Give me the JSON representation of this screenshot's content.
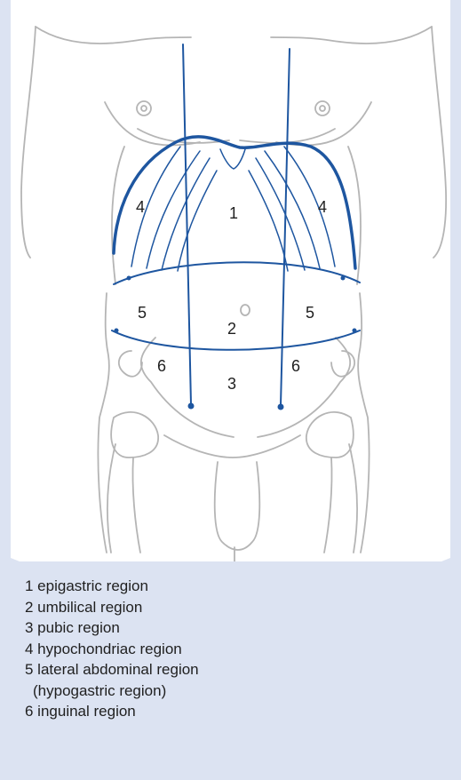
{
  "colors": {
    "background": "#dce3f2",
    "panel": "#ffffff",
    "outline": "#b5b5b5",
    "region_lines": "#1e56a0",
    "text": "#1f1f1f"
  },
  "region_labels": {
    "epigastric": "1",
    "umbilical": "2",
    "pubic": "3",
    "hypochondriac_left": "4",
    "hypochondriac_right": "4",
    "lateral_left": "5",
    "lateral_right": "5",
    "inguinal_left": "6",
    "inguinal_right": "6"
  },
  "legend": [
    "1 epigastric region",
    "2 umbilical region",
    "3 pubic region",
    "4 hypochondriac region",
    "5 lateral abdominal region",
    "(hypogastric region)",
    "6 inguinal region"
  ]
}
